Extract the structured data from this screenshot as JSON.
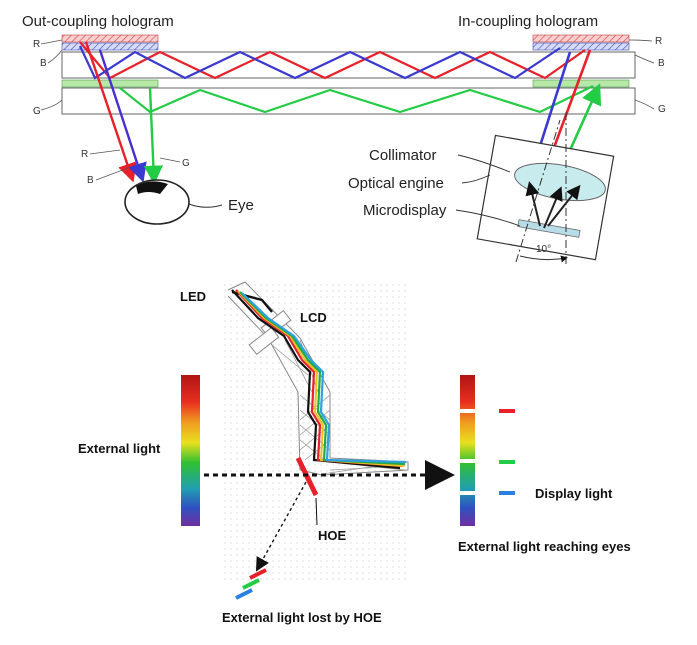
{
  "top_diagram": {
    "out_coupling_label": "Out-coupling hologram",
    "in_coupling_label": "In-coupling hologram",
    "layer_labels": {
      "r": "R",
      "b": "B",
      "g": "G"
    },
    "ray_labels": {
      "r": "R",
      "b": "B",
      "g": "G"
    },
    "eye_label": "Eye",
    "collimator_label": "Collimator",
    "optical_engine_label": "Optical engine",
    "microdisplay_label": "Microdisplay",
    "angle_label": "10°"
  },
  "bottom_diagram": {
    "led_label": "LED",
    "lcd_label": "LCD",
    "hoe_label": "HOE",
    "external_light_label": "External light",
    "display_light_label": "Display light",
    "external_reaching_label": "External light reaching eyes",
    "external_lost_label": "External light lost by HOE"
  },
  "colors": {
    "red": "#e8202a",
    "green": "#22cc44",
    "blue": "#2a5fe0",
    "violet": "#5b3fd0",
    "hologram_red": "#f4a6a6",
    "hologram_blue": "#a6b4f0",
    "hologram_green": "#b8e8a8"
  }
}
